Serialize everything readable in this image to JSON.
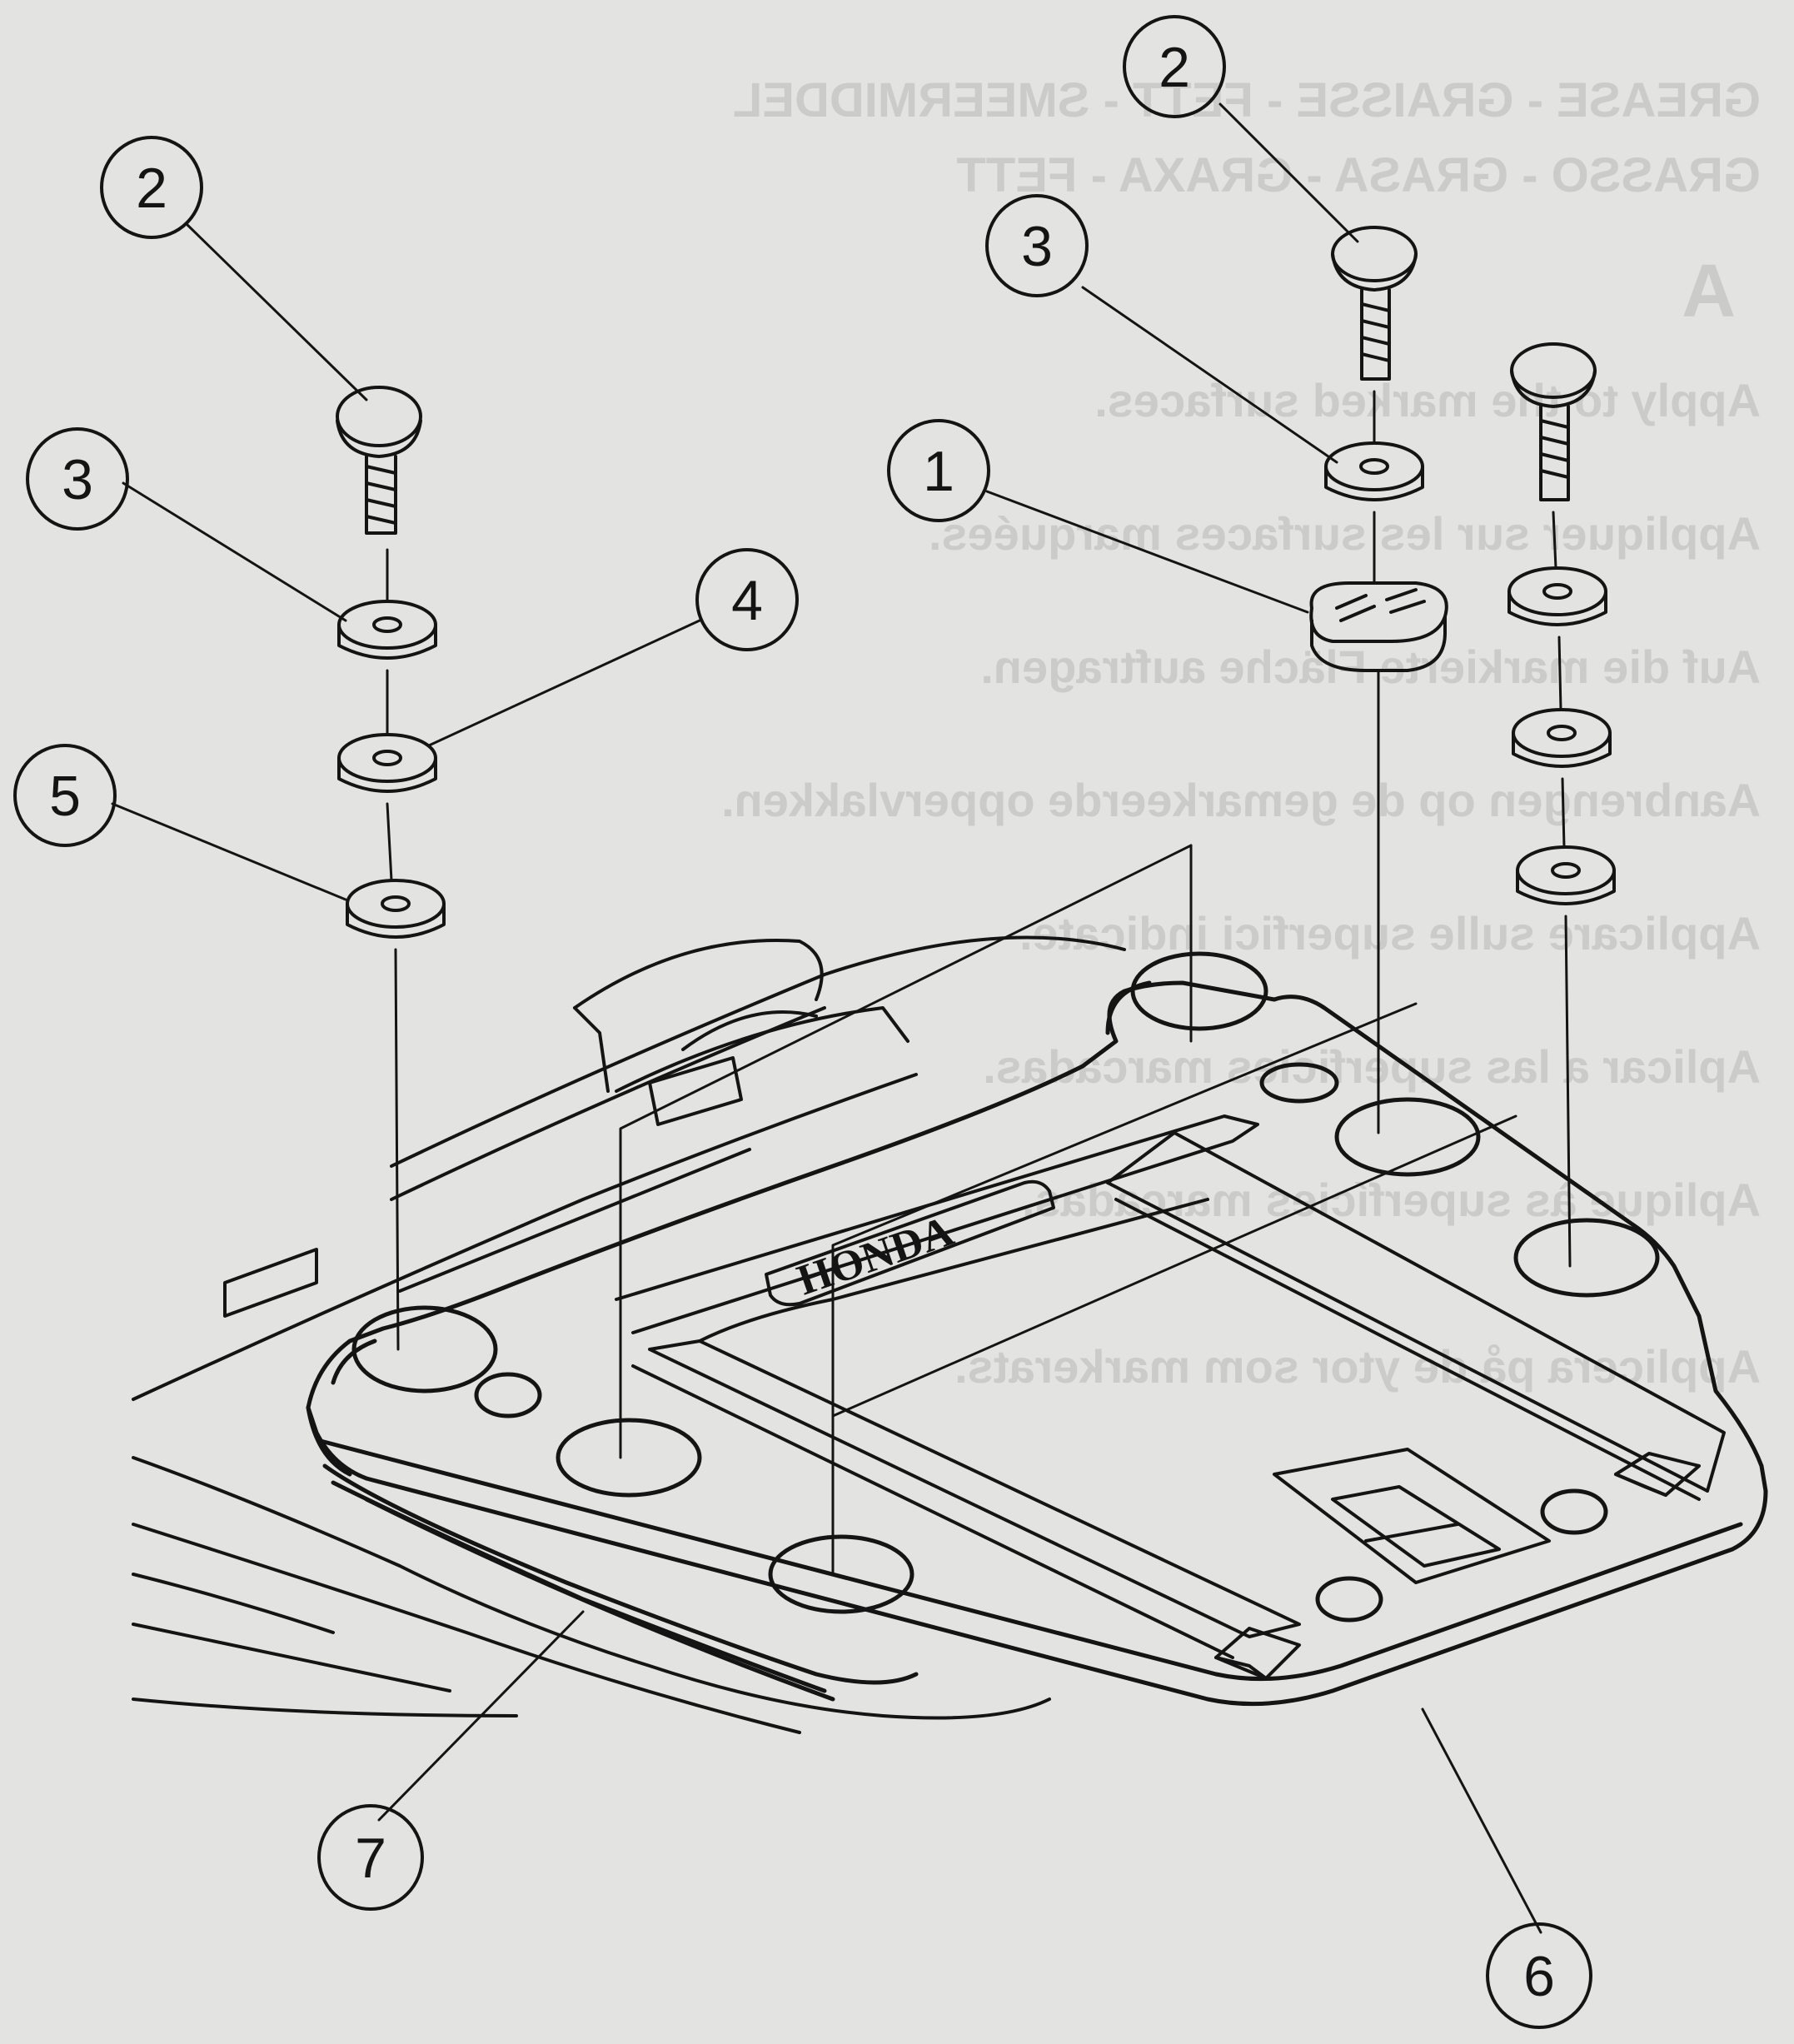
{
  "diagram": {
    "brand_label": "HONDA",
    "callouts": [
      {
        "id": "c1",
        "label": "1"
      },
      {
        "id": "c2a",
        "label": "2"
      },
      {
        "id": "c2b",
        "label": "2"
      },
      {
        "id": "c3a",
        "label": "3"
      },
      {
        "id": "c3b",
        "label": "3"
      },
      {
        "id": "c4",
        "label": "4"
      },
      {
        "id": "c5",
        "label": "5"
      },
      {
        "id": "c6",
        "label": "6"
      },
      {
        "id": "c7",
        "label": "7"
      }
    ],
    "background_text": {
      "line1": "GREASE - GRAISSE - FETT - SMEERMIDDEL",
      "line2": "GRASSO - GRASA - GRAXA - FETT",
      "marker": "A",
      "line3": "Apply to the marked surfaces.",
      "line4": "Appliquer sur les surfaces marquées.",
      "line5": "Auf die markierte Fläche auftragen.",
      "line6": "Aanbrengen op de gemarkeerde oppervlakken.",
      "line7": "Applicare sulle superfici indicate.",
      "line8": "Aplicar a las superficies marcadas.",
      "line9": "Aplique às superfícies marcadas.",
      "line10": "Applicera på de ytor som markerats."
    },
    "colors": {
      "paper": "#e3e3e1",
      "ink": "#141414"
    }
  }
}
